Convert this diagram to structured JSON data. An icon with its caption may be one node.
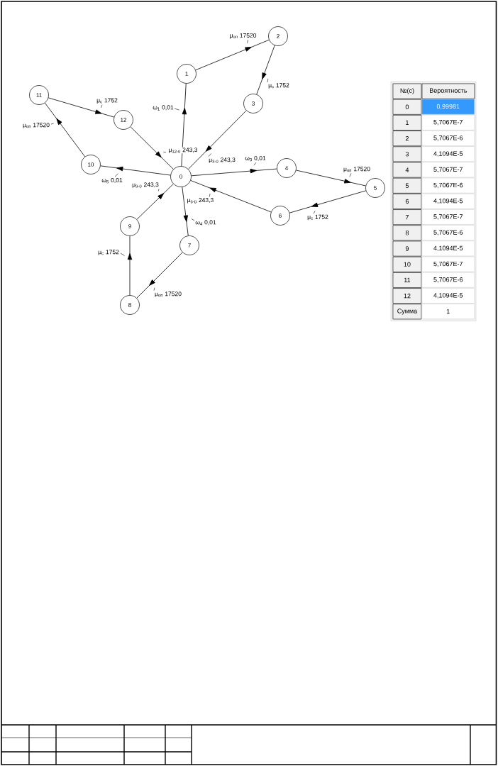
{
  "diagram": {
    "nodes": [
      {
        "text": [
          "0"
        ]
      },
      {
        "text": [
          "1"
        ]
      },
      {
        "text": [
          "2"
        ]
      },
      {
        "text": [
          "3"
        ]
      },
      {
        "text": [
          "4"
        ]
      },
      {
        "text": [
          "5"
        ]
      },
      {
        "text": [
          "6"
        ]
      },
      {
        "text": [
          "7"
        ]
      },
      {
        "text": [
          "8"
        ]
      },
      {
        "text": [
          "9"
        ]
      },
      {
        "text": [
          "10"
        ]
      },
      {
        "text": [
          "11"
        ]
      },
      {
        "text": [
          "12"
        ]
      }
    ],
    "edges": [
      {
        "from": 1,
        "to": 2,
        "arrow": "to",
        "label": "μ$_{оп}$ 17520"
      },
      {
        "from": 2,
        "to": 3,
        "arrow": "to",
        "label": "μ$_{с}$ 1752"
      },
      {
        "from": 3,
        "to": 0,
        "arrow": "to",
        "label": "μ$_{3-0}$ 243,3"
      },
      {
        "from": 0,
        "to": 1,
        "arrow": "to",
        "label": "ω$_{1}$ 0,01"
      },
      {
        "from": 0,
        "to": 4,
        "arrow": "to",
        "label": "ω$_{3}$ 0,01"
      },
      {
        "from": 4,
        "to": 5,
        "arrow": "to",
        "label": "μ$_{оп}$ 17520"
      },
      {
        "from": 5,
        "to": 6,
        "arrow": "to",
        "label": "μ$_{с}$ 1752"
      },
      {
        "from": 6,
        "to": 0,
        "arrow": "to",
        "label": "μ$_{6-0}$ 243,3"
      },
      {
        "from": 0,
        "to": 7,
        "arrow": "to",
        "label": "ω$_{4}$ 0,01"
      },
      {
        "from": 7,
        "to": 8,
        "arrow": "to",
        "label": "μ$_{оп}$ 17520"
      },
      {
        "from": 8,
        "to": 9,
        "arrow": "to",
        "label": "μ$_{с}$ 1752"
      },
      {
        "from": 9,
        "to": 0,
        "arrow": "to",
        "label": "μ$_{9-0}$ 243,3"
      },
      {
        "from": 0,
        "to": 10,
        "arrow": "to",
        "label": "ω$_{5}$ 0,01"
      },
      {
        "from": 10,
        "to": 11,
        "arrow": "to",
        "label": "μ$_{оп}$ 17520"
      },
      {
        "from": 11,
        "to": 12,
        "arrow": "to",
        "label": "μ$_{с}$ 1752"
      },
      {
        "from": 12,
        "to": 0,
        "arrow": "to",
        "label": "μ$_{12-0}$ 243,3"
      }
    ],
    "labels": [
      "№(c)",
      "Вероятность",
      "0",
      "0,99981",
      "1",
      "5,7067E-7",
      "2",
      "5,7067E-6",
      "3",
      "4,1094E-5",
      "4",
      "5,7067E-7",
      "5",
      "5,7067E-6",
      "6",
      "4,1094E-5",
      "7",
      "5,7067E-7",
      "8",
      "5,7067E-6",
      "9",
      "4,1094E-5",
      "10",
      "5,7067E-7",
      "11",
      "5,7067E-6",
      "12",
      "4,1094E-5",
      "Сумма",
      "1"
    ]
  }
}
